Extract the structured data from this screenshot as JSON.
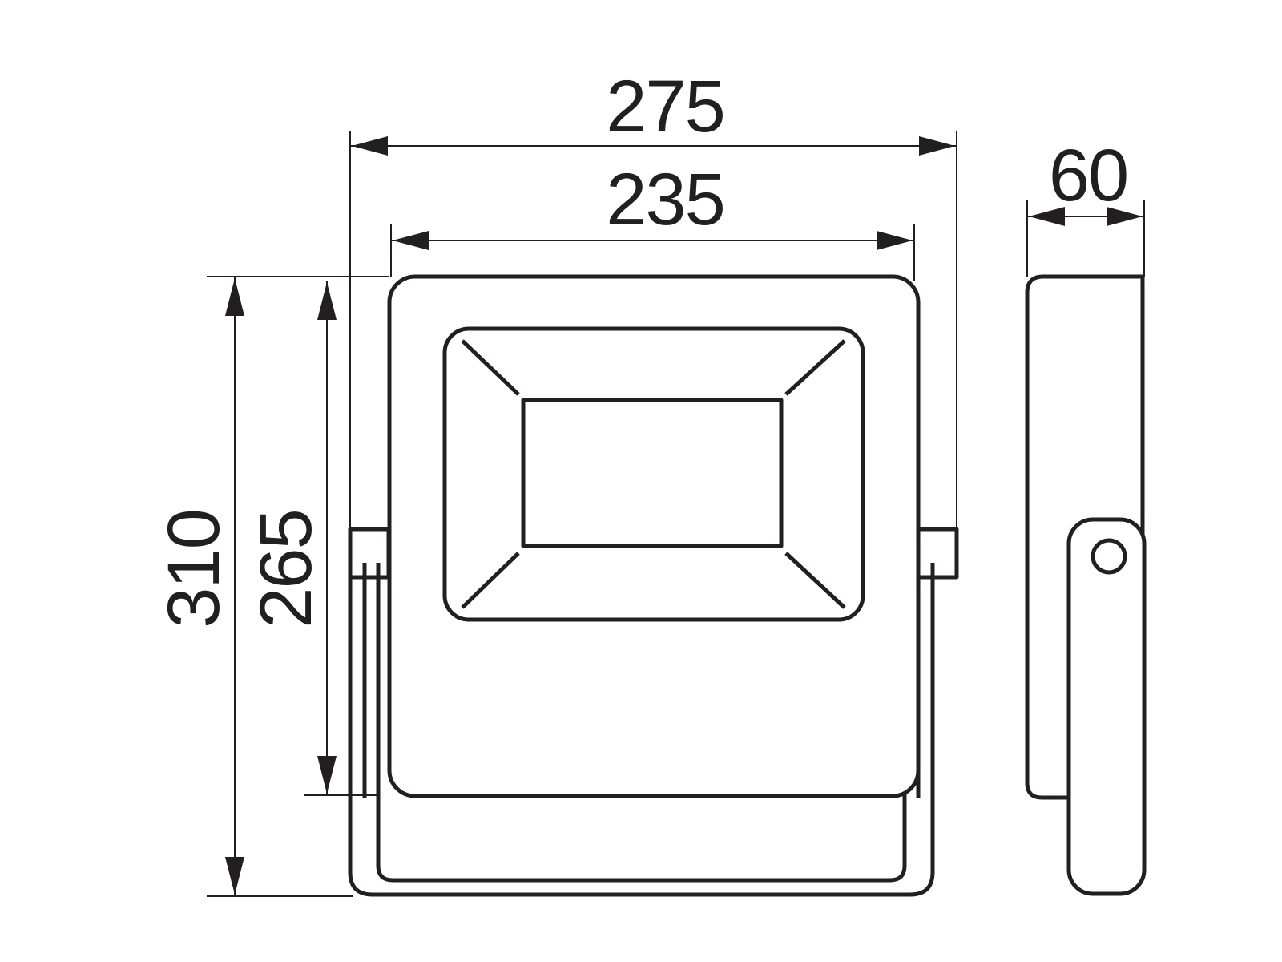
{
  "dimensions": {
    "overall_width": "275",
    "body_width": "235",
    "depth": "60",
    "overall_height": "310",
    "body_height": "265"
  },
  "colors": {
    "line": "#231f20",
    "background": "#ffffff"
  }
}
